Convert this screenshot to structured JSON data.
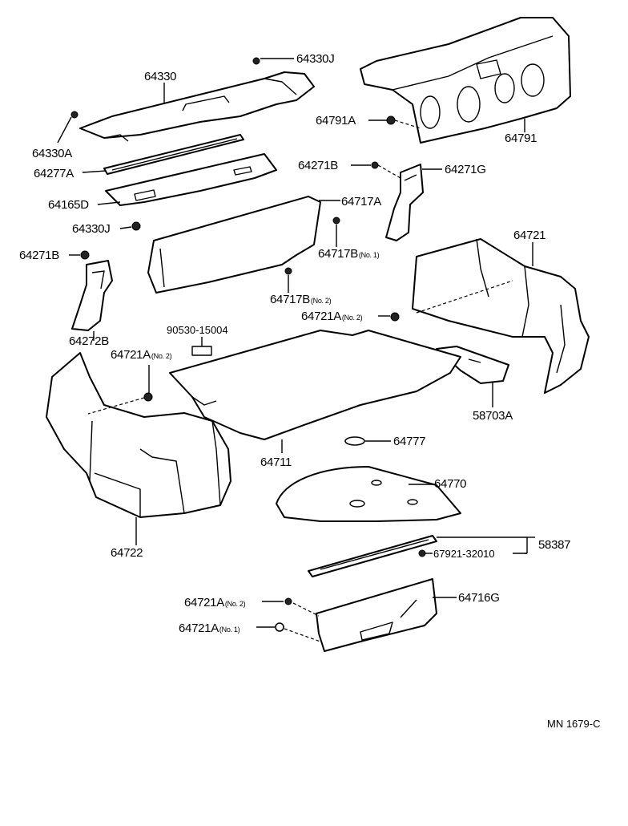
{
  "parts": {
    "p64330J_top": "64330J",
    "p64330": "64330",
    "p64330A": "64330A",
    "p64277A": "64277A",
    "p64165D": "64165D",
    "p64330J_mid": "64330J",
    "p64271B_left": "64271B",
    "p64272B": "64272B",
    "p64791A": "64791A",
    "p64791": "64791",
    "p64271B_right": "64271B",
    "p64271G": "64271G",
    "p64717A": "64717A",
    "p64717B_no1": "64717B",
    "p64717B_no1_sub": "(No. 1)",
    "p64717B_no2": "64717B",
    "p64717B_no2_sub": "(No. 2)",
    "p64721": "64721",
    "p64721A_right": "64721A",
    "p64721A_right_sub": "(No. 2)",
    "p90530": "90530-15004",
    "p64721A_left": "64721A",
    "p64721A_left_sub": "(No. 2)",
    "p58703A": "58703A",
    "p64711": "64711",
    "p64777": "64777",
    "p64770": "64770",
    "p58387": "58387",
    "p67921": "67921-32010",
    "p64722": "64722",
    "p64721A_b1": "64721A",
    "p64721A_b1_sub": "(No. 2)",
    "p64716G": "64716G",
    "p64721A_b2": "64721A",
    "p64721A_b2_sub": "(No. 1)"
  },
  "diagram_code": "MN 1679-C"
}
